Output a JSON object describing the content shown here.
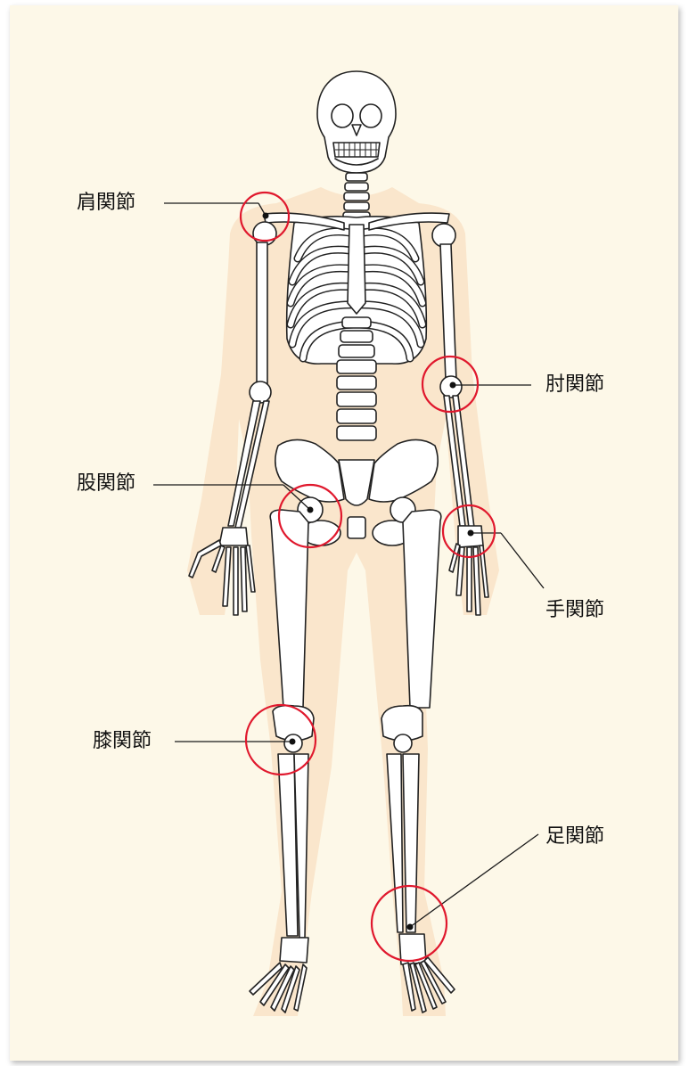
{
  "labels": {
    "shoulder": "肩関節",
    "elbow": "肘関節",
    "hip": "股関節",
    "wrist": "手関節",
    "knee": "膝関節",
    "ankle": "足関節"
  },
  "colors": {
    "background": "#fdf8e8",
    "silhouette": "#fae6cc",
    "bone_fill": "#ffffff",
    "bone_outline": "#222222",
    "highlight_ring": "#e0182d"
  }
}
